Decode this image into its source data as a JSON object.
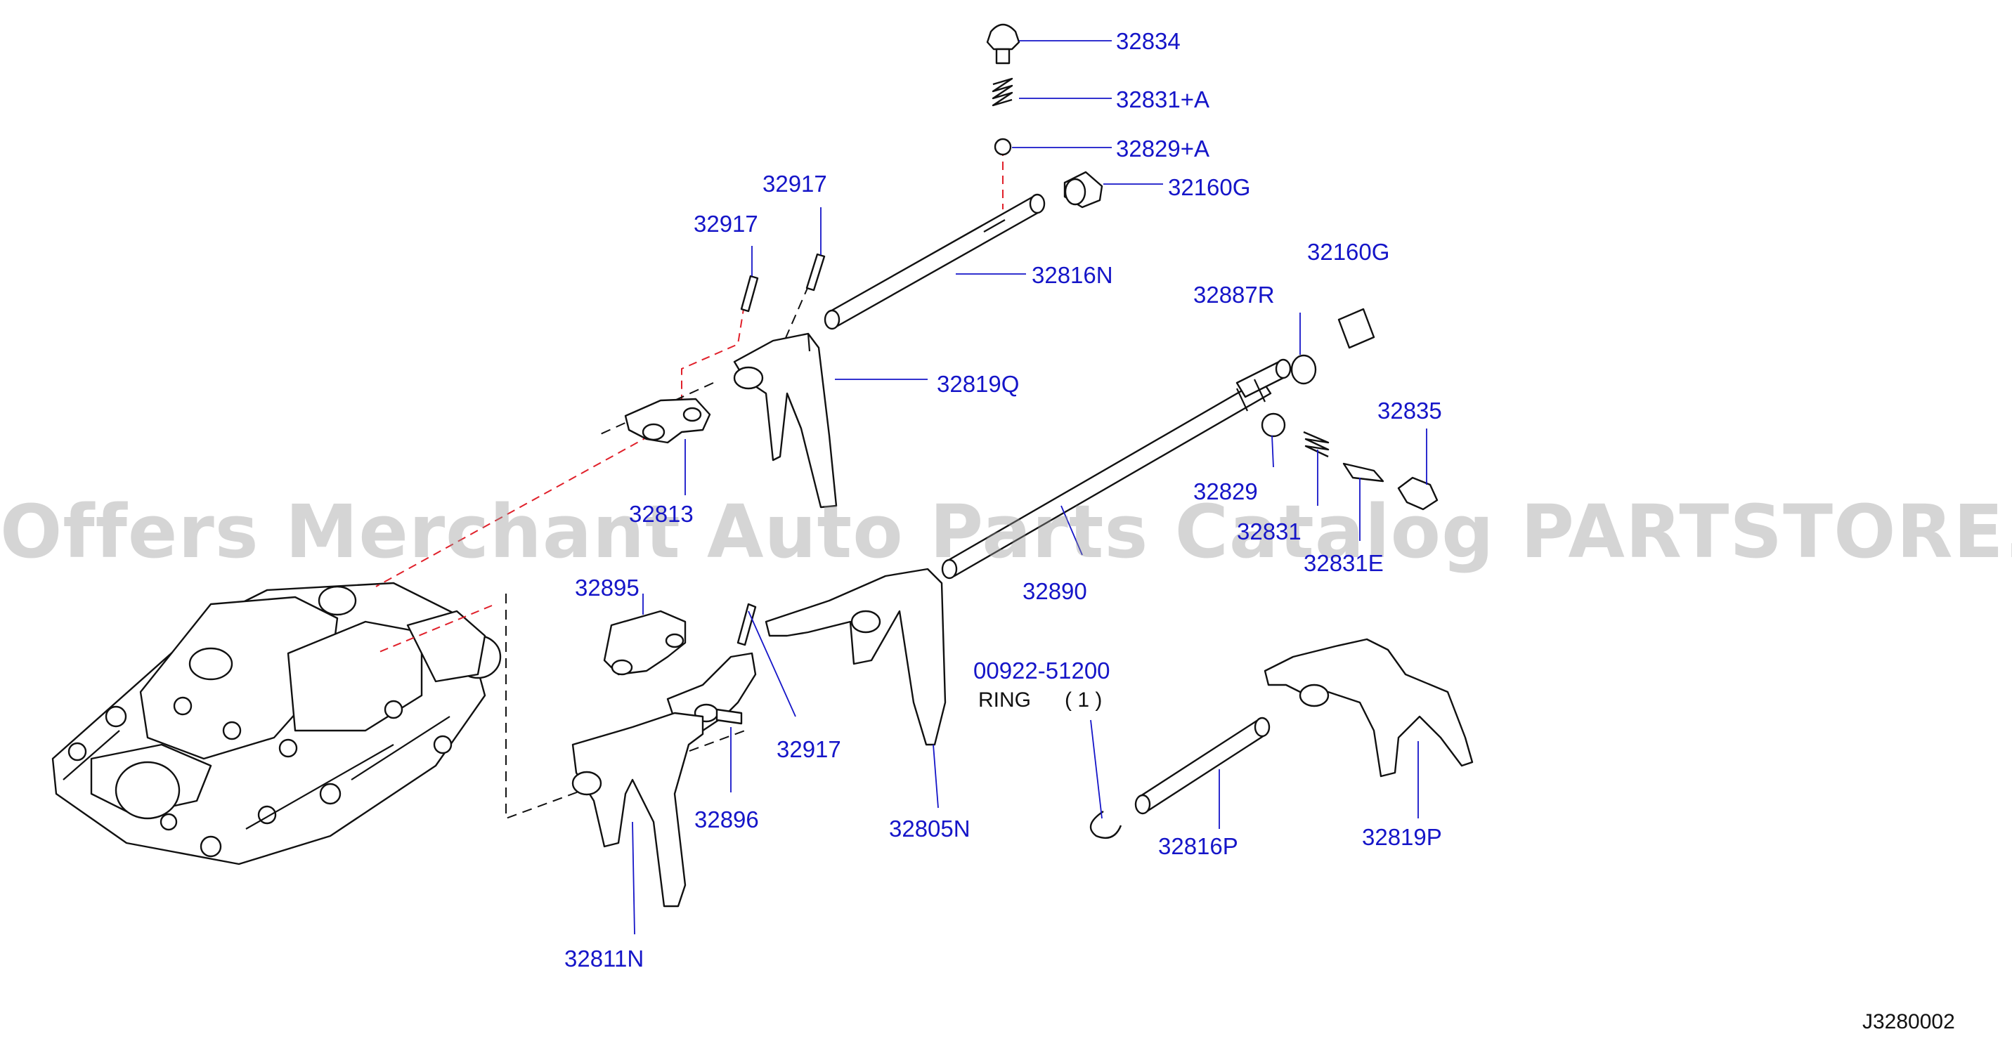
{
  "colors": {
    "label": "#1515c8",
    "line": "#111111",
    "hidden_line": "#e0202a",
    "watermark": "#969696"
  },
  "watermark": "Offers Merchant Auto Parts Catalog PARTSTORE.SA",
  "diagram_code": "J3280002",
  "labels": {
    "p32834": "32834",
    "p32831a": "32831+A",
    "p32829a": "32829+A",
    "p32160g_top": "32160G",
    "p32917_a": "32917",
    "p32917_b": "32917",
    "p32816n": "32816N",
    "p32160g_right": "32160G",
    "p32887r": "32887R",
    "p32819q": "32819Q",
    "p32835": "32835",
    "p32813": "32813",
    "p32829": "32829",
    "p32831": "32831",
    "p32831e": "32831E",
    "p32890": "32890",
    "p32895": "32895",
    "p00922": "00922-51200",
    "ring": "RING",
    "ring_qty": "( 1 )",
    "p32917_c": "32917",
    "p32896": "32896",
    "p32805n": "32805N",
    "p32816p": "32816P",
    "p32819p": "32819P",
    "p32811n": "32811N"
  }
}
